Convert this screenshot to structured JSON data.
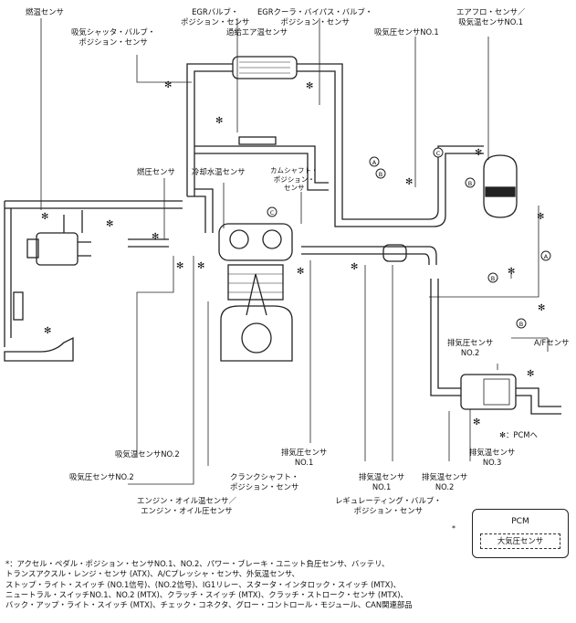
{
  "labels": {
    "fuel_temp_sensor": "燃温センサ",
    "intake_shutter_valve_pos_sensor": "吸気シャッタ・バルブ・\nポジション・センサ",
    "egr_valve_pos_sensor": "EGRバルブ・\nポジション・センサ",
    "egr_cooler_bypass_valve_pos_sensor": "EGRクーラ・バイパス・バルブ・\nポジション・センサ",
    "boost_air_temp_sensor": "過給エア温センサ",
    "intake_pressure_sensor_no1": "吸気圧センサNO.1",
    "airflow_sensor": "エアフロ・センサ／\n吸気温センサNO.1",
    "fuel_pressure_sensor": "燃圧センサ",
    "coolant_temp_sensor": "冷却水温センサ",
    "camshaft_pos_sensor": "カムシャフト・\nポジション・\nセンサ",
    "exhaust_pressure_sensor_no2": "排気圧センサ\nNO.2",
    "af_sensor": "A/Fセンサ",
    "pcm_note": "✻：PCMへ",
    "intake_temp_sensor_no2": "吸気温センサNO.2",
    "intake_pressure_sensor_no2": "吸気圧センサNO.2",
    "exhaust_pressure_sensor_no1": "排気圧センサ\nNO.1",
    "exhaust_temp_sensor_no3": "排気温センサ\nNO.3",
    "crankshaft_pos_sensor": "クランクシャフト・\nポジション・センサ",
    "exhaust_temp_sensor_no1": "排気温センサ\nNO.1",
    "exhaust_temp_sensor_no2": "排気温センサ\nNO.2",
    "engine_oil_sensor": "エンジン・オイル温センサ／\nエンジン・オイル圧センサ",
    "regulating_valve_pos_sensor": "レギュレーティング・バルブ・\nポジション・センサ"
  },
  "pcm": {
    "title": "PCM",
    "inner": "大気圧センサ",
    "mark": "*"
  },
  "connectors": [
    "A",
    "B",
    "C"
  ],
  "notes": [
    "*：アクセル・ペダル・ポジション・センサNO.1、NO.2、パワー・ブレーキ・ユニット負圧センサ、バッテリ、",
    "トランスアクスル・レンジ・センサ (ATX)、A/Cプレッシャ・センサ、外気温センサ、",
    "ストップ・ライト・スイッチ (NO.1信号)、(NO.2信号)、IG1リレー、スタータ・インタロック・スイッチ (MTX)、",
    "ニュートラル・スイッチNO.1、NO.2 (MTX)、クラッチ・スイッチ (MTX)、クラッチ・ストローク・センサ (MTX)、",
    "バック・アップ・ライト・スイッチ (MTX)、チェック・コネクタ、グロー・コントロール・モジュール、CAN関連部品"
  ]
}
